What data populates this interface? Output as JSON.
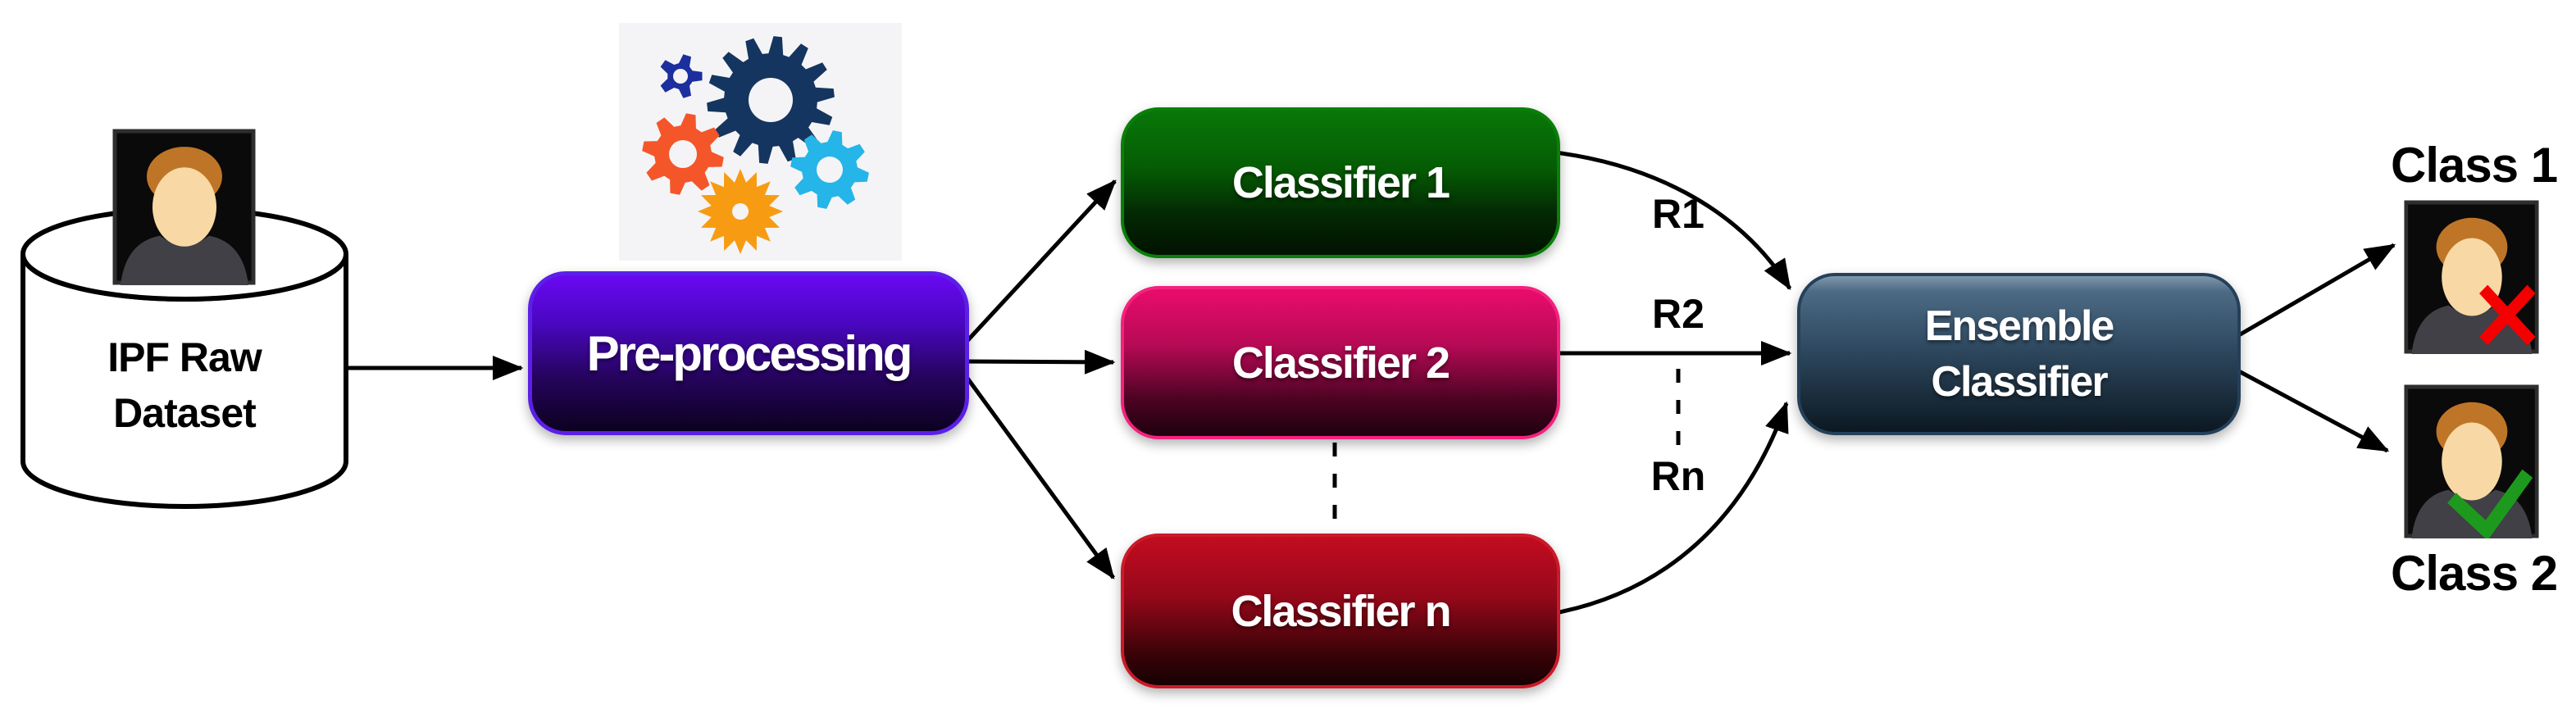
{
  "nodes": {
    "dataset": {
      "line1": "IPF Raw",
      "line2": "Dataset"
    },
    "preprocessing": {
      "label": "Pre-processing"
    },
    "classifier1": {
      "label": "Classifier 1"
    },
    "classifier2": {
      "label": "Classifier 2"
    },
    "classifier_n": {
      "label": "Classifier n"
    },
    "ensemble": {
      "line1": "Ensemble",
      "line2": "Classifier"
    },
    "class1": {
      "label": "Class 1"
    },
    "class2": {
      "label": "Class 2"
    }
  },
  "edge_labels": {
    "r1": "R1",
    "r2": "R2",
    "rn": "Rn"
  },
  "icons": {
    "dataset_shape": "database-cylinder-icon",
    "dataset_person": "person-avatar-icon",
    "preprocessing_gears": "gears-icon",
    "class1_mark": "red-cross-icon",
    "class2_mark": "green-check-icon"
  },
  "colors": {
    "arrow": "#000000",
    "preprocessing_top": "#6a08f2",
    "preprocessing_bottom": "#0c0120",
    "preprocessing_border": "#5c1fe8",
    "classifier1_top": "#087708",
    "classifier1_bottom": "#021202",
    "classifier1_border": "#0a7f0a",
    "classifier2_top": "#ea0c6b",
    "classifier2_bottom": "#1e010e",
    "classifier2_border": "#f5217e",
    "classifiern_top": "#c30c20",
    "classifiern_bottom": "#160102",
    "classifiern_border": "#cb1a28",
    "ensemble_top": "#7e97ab",
    "ensemble_bottom": "#0c1822",
    "ensemble_border": "#24405a",
    "cross": "#f40000",
    "check": "#1d9a1d",
    "gears_bg": "#f4f4f6",
    "gear_navy": "#14355f",
    "gear_blue": "#1b2f9e",
    "gear_orange": "#f4562a",
    "gear_cyan": "#25b5e8",
    "gear_amber": "#f79c12",
    "cylinder_fill": "#ffffff",
    "cylinder_stroke": "#000000",
    "text_dark": "#000000",
    "box_text": "#ffffff"
  }
}
